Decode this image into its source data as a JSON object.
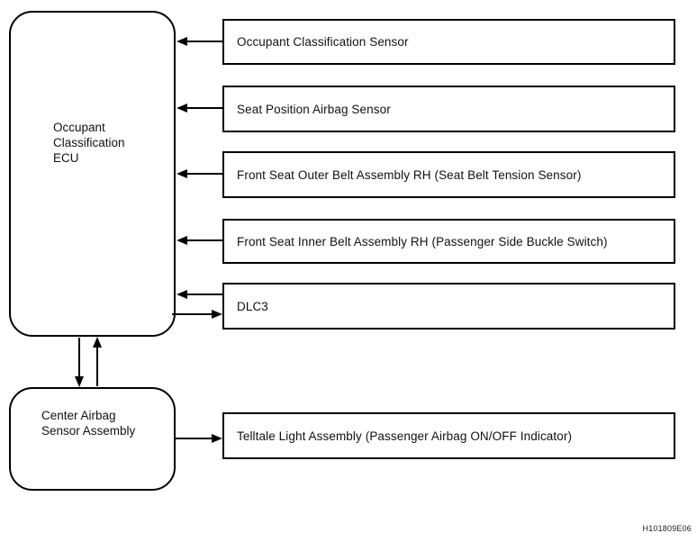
{
  "diagram": {
    "background_color": "#ffffff",
    "line_color": "#000000",
    "ecu": {
      "lines": [
        "Occupant",
        "Classification",
        "ECU"
      ],
      "full_label": "Occupant Classification ECU"
    },
    "center_airbag": {
      "lines": [
        "Center Airbag",
        "Sensor Assembly"
      ],
      "full_label": "Center Airbag Sensor Assembly"
    },
    "sensor_boxes": [
      {
        "label": "Occupant Classification Sensor",
        "connection": "arrow-into-ecu"
      },
      {
        "label": "Seat Position Airbag Sensor",
        "connection": "arrow-into-ecu"
      },
      {
        "label": "Front Seat Outer Belt Assembly RH (Seat Belt Tension Sensor)",
        "connection": "arrow-into-ecu"
      },
      {
        "label": "Front Seat Inner Belt Assembly RH (Passenger Side Buckle Switch)",
        "connection": "arrow-into-ecu"
      },
      {
        "label": "DLC3",
        "connection": "bidirectional-with-ecu"
      }
    ],
    "telltale": {
      "label": "Telltale Light Assembly (Passenger Airbag ON/OFF Indicator)",
      "connection": "arrow-from-center-airbag"
    },
    "ecu_center_airbag_connection": "bidirectional",
    "figure_code": "H101809E06"
  }
}
